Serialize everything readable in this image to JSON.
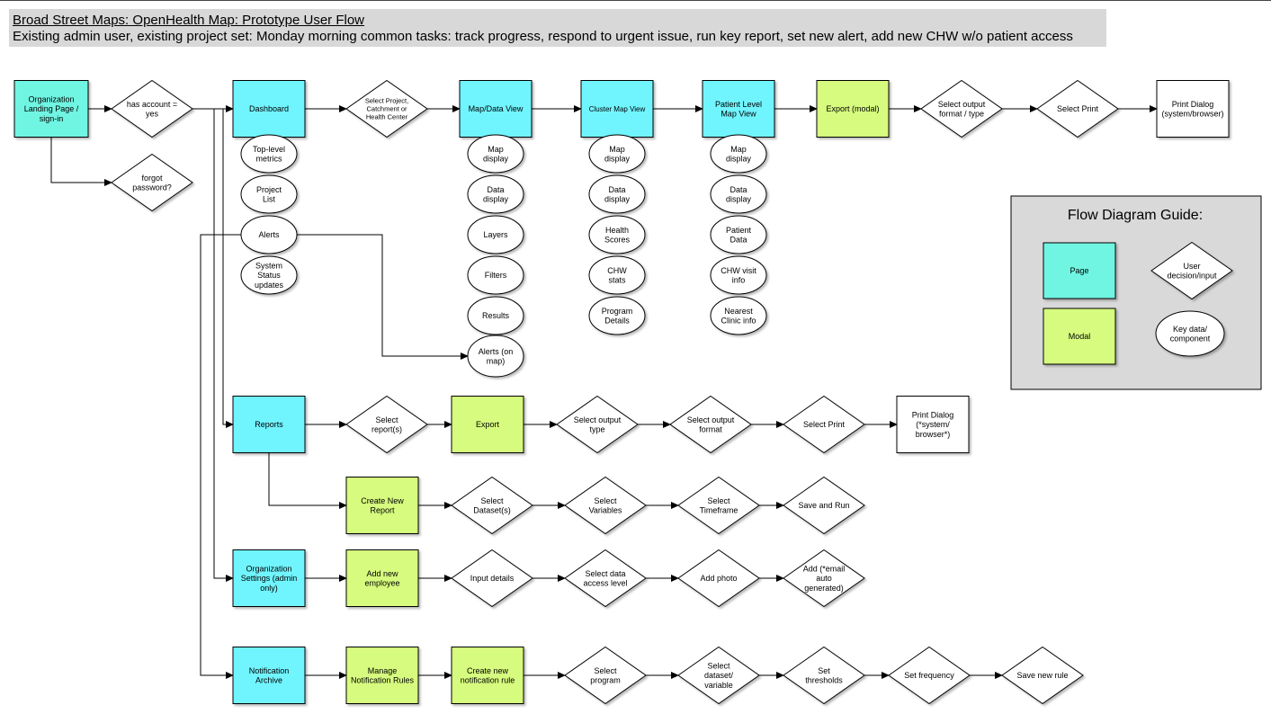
{
  "header": {
    "title": "Broad Street Maps: OpenHealth Map:  Prototype User Flow",
    "subtitle": "Existing admin user, existing project set: Monday morning common tasks: track progress, respond to urgent issue, run key report,  set new alert, add new CHW w/o patient access"
  },
  "colors": {
    "page": "#6ff5e2",
    "page_alt": "#6ff5ff",
    "modal": "#d6fb7e",
    "guide_bg": "#d9d9d9",
    "line": "#000000"
  },
  "nodes": {
    "org_landing": {
      "label": [
        "Organization",
        "Landing Page /",
        "sign-in"
      ]
    },
    "has_account": {
      "label": [
        "has account =",
        "yes"
      ]
    },
    "forgot_password": {
      "label": [
        "forgot",
        "password?"
      ]
    },
    "dashboard": {
      "label": [
        "Dashboard"
      ]
    },
    "select_project": {
      "label": [
        "Select Project,",
        "Catchment or",
        "Health Center"
      ]
    },
    "map_data_view": {
      "label": [
        "Map/Data View"
      ]
    },
    "cluster_map_view": {
      "label": [
        "Cluster Map View"
      ]
    },
    "patient_level_map": {
      "label": [
        "Patient Level",
        "Map View"
      ]
    },
    "export_modal": {
      "label": [
        "Export (modal)"
      ]
    },
    "select_output_format_type": {
      "label": [
        "Select output",
        "format / type"
      ]
    },
    "select_print_top": {
      "label": [
        "Select Print"
      ]
    },
    "print_dialog_top": {
      "label": [
        "Print Dialog",
        "(system/browser)"
      ]
    },
    "dash_metrics": {
      "label": [
        "Top-level",
        "metrics"
      ]
    },
    "dash_project_list": {
      "label": [
        "Project",
        "List"
      ]
    },
    "dash_alerts": {
      "label": [
        "Alerts"
      ]
    },
    "dash_status": {
      "label": [
        "System",
        "Status",
        "updates"
      ]
    },
    "map_map_display": {
      "label": [
        "Map",
        "display"
      ]
    },
    "map_data_display": {
      "label": [
        "Data",
        "display"
      ]
    },
    "map_layers": {
      "label": [
        "Layers"
      ]
    },
    "map_filters": {
      "label": [
        "Filters"
      ]
    },
    "map_results": {
      "label": [
        "Results"
      ]
    },
    "map_alerts": {
      "label": [
        "Alerts (on",
        "map)"
      ]
    },
    "cluster_map_display": {
      "label": [
        "Map",
        "display"
      ]
    },
    "cluster_data_display": {
      "label": [
        "Data",
        "display"
      ]
    },
    "cluster_health_scores": {
      "label": [
        "Health",
        "Scores"
      ]
    },
    "cluster_chw_stats": {
      "label": [
        "CHW",
        "stats"
      ]
    },
    "cluster_program_details": {
      "label": [
        "Program",
        "Details"
      ]
    },
    "patient_map_display": {
      "label": [
        "Map",
        "display"
      ]
    },
    "patient_data_display": {
      "label": [
        "Data",
        "display"
      ]
    },
    "patient_data": {
      "label": [
        "Patient",
        "Data"
      ]
    },
    "patient_chw_visit": {
      "label": [
        "CHW visit",
        "info"
      ]
    },
    "patient_nearest_clinic": {
      "label": [
        "Nearest",
        "Clinic info"
      ]
    },
    "reports": {
      "label": [
        "Reports"
      ]
    },
    "select_reports": {
      "label": [
        "Select",
        "report(s)"
      ]
    },
    "export": {
      "label": [
        "Export"
      ]
    },
    "select_output_type": {
      "label": [
        "Select output",
        "type"
      ]
    },
    "select_output_format": {
      "label": [
        "Select output",
        "format"
      ]
    },
    "select_print_reports": {
      "label": [
        "Select Print"
      ]
    },
    "print_dialog_reports": {
      "label": [
        "Print Dialog",
        "(*system/",
        "browser*)"
      ]
    },
    "create_new_report": {
      "label": [
        "Create New",
        "Report"
      ]
    },
    "select_datasets": {
      "label": [
        "Select",
        "Dataset(s)"
      ]
    },
    "select_variables": {
      "label": [
        "Select",
        "Variables"
      ]
    },
    "select_timeframe": {
      "label": [
        "Select",
        "Timeframe"
      ]
    },
    "save_and_run": {
      "label": [
        "Save and Run"
      ]
    },
    "org_settings": {
      "label": [
        "Organization",
        "Settings (admin",
        "only)"
      ]
    },
    "add_new_employee": {
      "label": [
        "Add new",
        "employee"
      ]
    },
    "input_details": {
      "label": [
        "Input details"
      ]
    },
    "select_data_access": {
      "label": [
        "Select data",
        "access level"
      ]
    },
    "add_photo": {
      "label": [
        "Add photo"
      ]
    },
    "add_email": {
      "label": [
        "Add  (*email",
        "auto",
        "generated)"
      ]
    },
    "notification_archive": {
      "label": [
        "Notification",
        "Archive"
      ]
    },
    "manage_notification_rules": {
      "label": [
        "Manage",
        "Notification Rules"
      ]
    },
    "create_notification_rule": {
      "label": [
        "Create new",
        "notification rule"
      ]
    },
    "select_program": {
      "label": [
        "Select",
        "program"
      ]
    },
    "select_dataset_variable": {
      "label": [
        "Select",
        "dataset/",
        "variable"
      ]
    },
    "set_thresholds": {
      "label": [
        "Set",
        "thresholds"
      ]
    },
    "set_frequency": {
      "label": [
        "Set frequency"
      ]
    },
    "save_new_rule": {
      "label": [
        "Save new rule"
      ]
    }
  },
  "guide": {
    "title": "Flow Diagram Guide:",
    "page": [
      "Page"
    ],
    "decision": [
      "User",
      "decision/input"
    ],
    "modal": [
      "Modal"
    ],
    "component": [
      "Key data/",
      "component"
    ]
  }
}
